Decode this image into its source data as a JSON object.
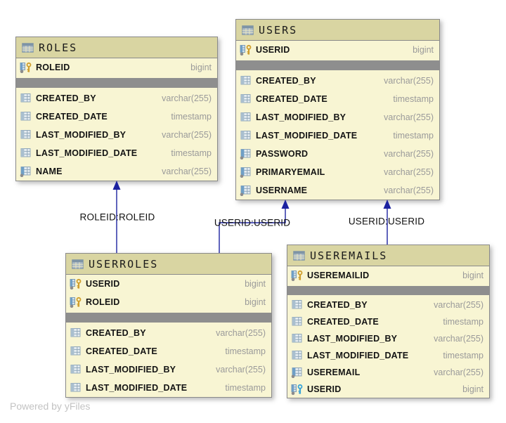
{
  "canvas": {
    "background": "#ffffff"
  },
  "colors": {
    "canvas_bg": "#ffffff",
    "header_bg": "#d9d5a2",
    "row_bg": "#f8f5d3",
    "separator": "#8e8e8e",
    "border": "#8a8a8a",
    "edge": "#1c22a0",
    "name_text": "#141414",
    "type_text": "#9a9a9a",
    "footer_text": "#c3c3c3",
    "pk_key_gold": "#cf9e2d",
    "fk_key_blue": "#3aa5d8"
  },
  "tables": [
    {
      "id": "roles",
      "title": "ROLES",
      "icon": "table-icon",
      "keys": [
        {
          "icon": "primary-key-icon",
          "name": "ROLEID",
          "type": "bigint"
        }
      ],
      "columns": [
        {
          "icon": "column-icon",
          "name": "CREATED_BY",
          "type": "varchar(255)"
        },
        {
          "icon": "column-icon",
          "name": "CREATED_DATE",
          "type": "timestamp"
        },
        {
          "icon": "column-icon",
          "name": "LAST_MODIFIED_BY",
          "type": "varchar(255)"
        },
        {
          "icon": "column-icon",
          "name": "LAST_MODIFIED_DATE",
          "type": "timestamp"
        },
        {
          "icon": "column-notnull-icon",
          "name": "NAME",
          "type": "varchar(255)"
        }
      ]
    },
    {
      "id": "users",
      "title": "USERS",
      "icon": "table-icon",
      "keys": [
        {
          "icon": "primary-key-icon",
          "name": "USERID",
          "type": "bigint"
        }
      ],
      "columns": [
        {
          "icon": "column-icon",
          "name": "CREATED_BY",
          "type": "varchar(255)"
        },
        {
          "icon": "column-icon",
          "name": "CREATED_DATE",
          "type": "timestamp"
        },
        {
          "icon": "column-icon",
          "name": "LAST_MODIFIED_BY",
          "type": "varchar(255)"
        },
        {
          "icon": "column-icon",
          "name": "LAST_MODIFIED_DATE",
          "type": "timestamp"
        },
        {
          "icon": "column-notnull-icon",
          "name": "PASSWORD",
          "type": "varchar(255)"
        },
        {
          "icon": "column-notnull-icon",
          "name": "PRIMARYEMAIL",
          "type": "varchar(255)"
        },
        {
          "icon": "column-notnull-icon",
          "name": "USERNAME",
          "type": "varchar(255)"
        }
      ]
    },
    {
      "id": "userroles",
      "title": "USERROLES",
      "icon": "table-icon",
      "keys": [
        {
          "icon": "primary-key-icon",
          "name": "USERID",
          "type": "bigint"
        },
        {
          "icon": "primary-key-icon",
          "name": "ROLEID",
          "type": "bigint"
        }
      ],
      "columns": [
        {
          "icon": "column-icon",
          "name": "CREATED_BY",
          "type": "varchar(255)"
        },
        {
          "icon": "column-icon",
          "name": "CREATED_DATE",
          "type": "timestamp"
        },
        {
          "icon": "column-icon",
          "name": "LAST_MODIFIED_BY",
          "type": "varchar(255)"
        },
        {
          "icon": "column-icon",
          "name": "LAST_MODIFIED_DATE",
          "type": "timestamp"
        }
      ]
    },
    {
      "id": "useremails",
      "title": "USEREMAILS",
      "icon": "table-icon",
      "keys": [
        {
          "icon": "primary-key-icon",
          "name": "USEREMAILID",
          "type": "bigint"
        }
      ],
      "columns": [
        {
          "icon": "column-icon",
          "name": "CREATED_BY",
          "type": "varchar(255)"
        },
        {
          "icon": "column-icon",
          "name": "CREATED_DATE",
          "type": "timestamp"
        },
        {
          "icon": "column-icon",
          "name": "LAST_MODIFIED_BY",
          "type": "varchar(255)"
        },
        {
          "icon": "column-icon",
          "name": "LAST_MODIFIED_DATE",
          "type": "timestamp"
        },
        {
          "icon": "column-notnull-icon",
          "name": "USEREMAIL",
          "type": "varchar(255)"
        },
        {
          "icon": "foreign-key-icon",
          "name": "USERID",
          "type": "bigint"
        }
      ]
    }
  ],
  "edges": [
    {
      "label": "ROLEID:ROLEID",
      "from": "USERROLES",
      "to": "ROLES"
    },
    {
      "label": "USERID:USERID",
      "from": "USERROLES",
      "to": "USERS"
    },
    {
      "label": "USERID:USERID",
      "from": "USEREMAILS",
      "to": "USERS"
    }
  ],
  "footer": {
    "text": "Powered by yFiles"
  }
}
